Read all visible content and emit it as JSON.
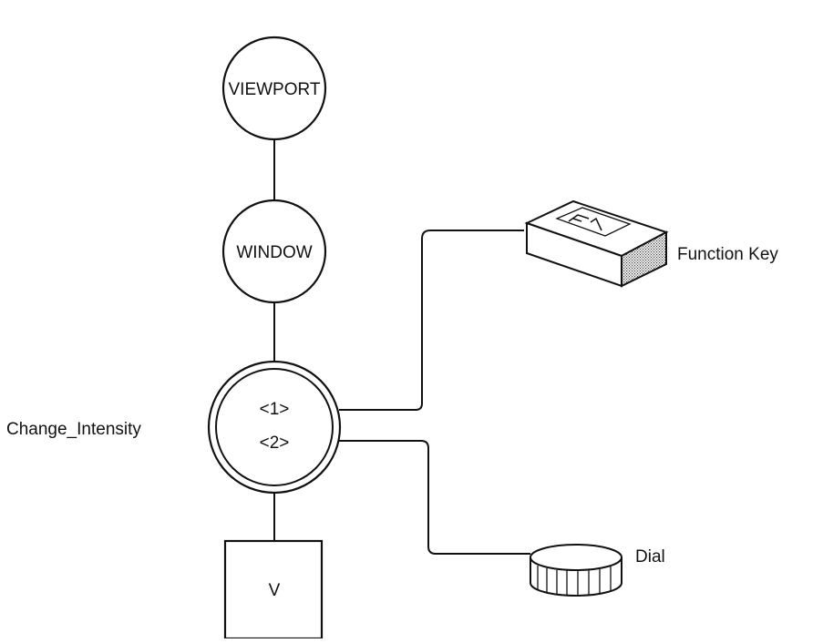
{
  "nodes": {
    "viewport": {
      "label": "VIEWPORT"
    },
    "window": {
      "label": "WINDOW"
    },
    "change_intensity": {
      "name": "Change_Intensity",
      "inputs": [
        "<1>",
        "<2>"
      ]
    },
    "view": {
      "label": "V"
    }
  },
  "devices": {
    "function_key": {
      "label": "Function Key",
      "key_text": "F1"
    },
    "dial": {
      "label": "Dial"
    }
  }
}
